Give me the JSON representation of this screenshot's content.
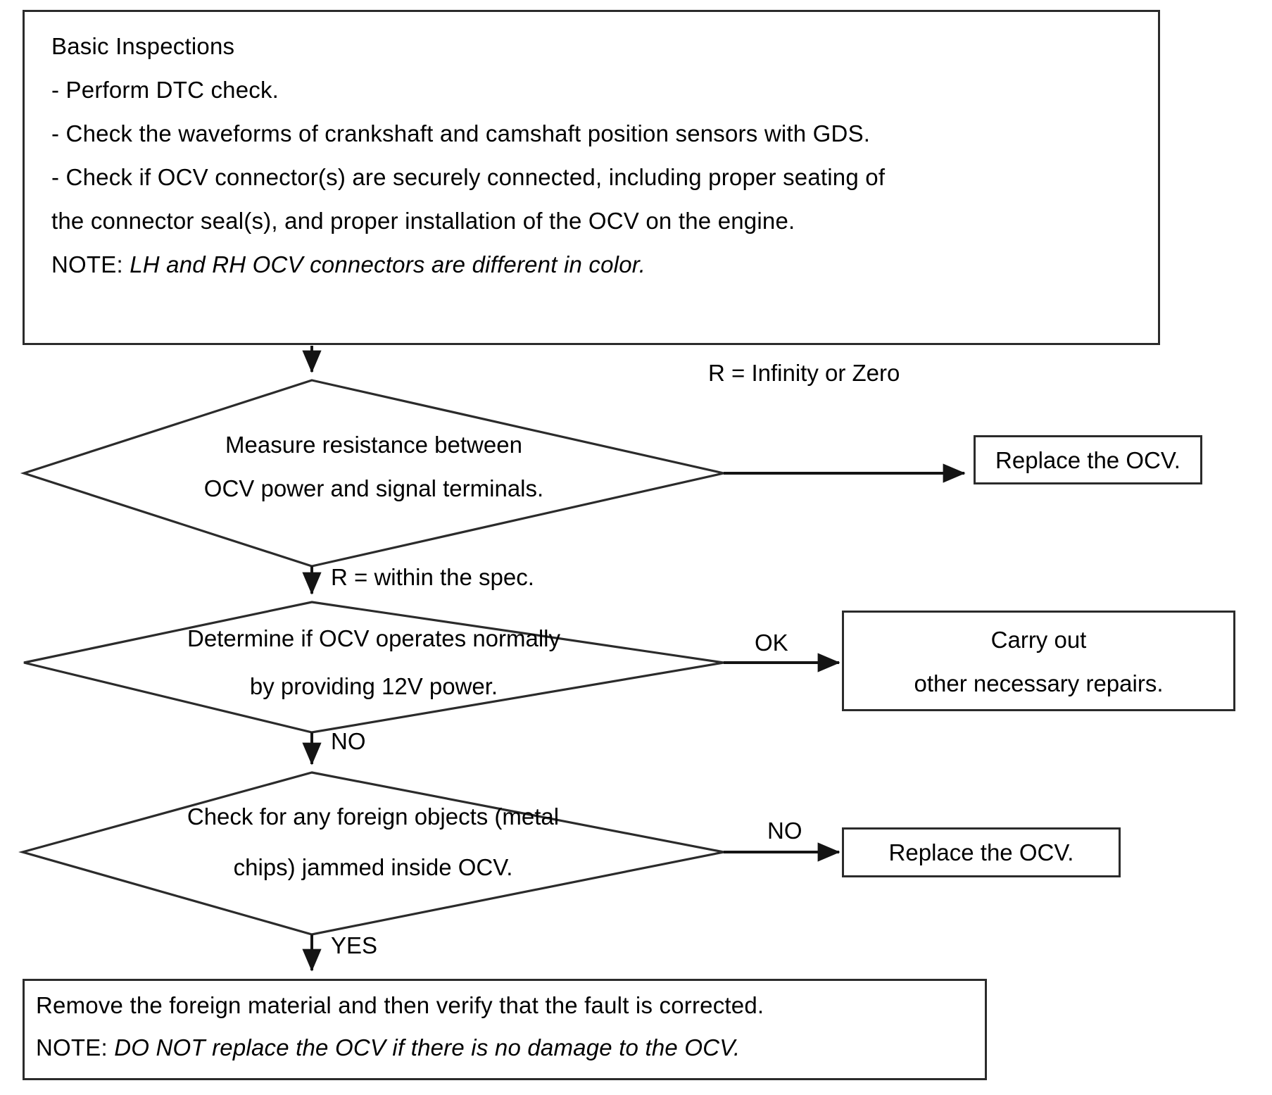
{
  "diagram": {
    "title": "OCV Diagnostic Flowchart",
    "line_color": "#2b2b2b",
    "text_color": "#000000",
    "background": "#ffffff"
  },
  "top_box": {
    "heading": "Basic Inspections",
    "line1": "- Perform DTC check.",
    "line2": "- Check the waveforms of crankshaft and camshaft position sensors with GDS.",
    "line3": "- Check if OCV connector(s) are securely connected, including proper seating of",
    "line4": "the connector seal(s), and proper installation of the OCV on the engine.",
    "note_label": "NOTE:",
    "note_text": "LH and RH OCV connectors are different in color."
  },
  "decision1": {
    "line1": "Measure resistance between",
    "line2": "OCV power and signal terminals.",
    "branch_right_label": "R = Infinity or Zero",
    "branch_down_label": "R = within the spec."
  },
  "result1": {
    "text": "Replace the OCV."
  },
  "decision2": {
    "line1": "Determine if OCV operates normally",
    "line2": "by providing 12V power.",
    "branch_right_label": "OK",
    "branch_down_label": "NO"
  },
  "result2": {
    "line1": "Carry out",
    "line2": "other necessary repairs."
  },
  "decision3": {
    "line1": "Check for any foreign objects (metal",
    "line2": "chips) jammed inside OCV.",
    "branch_right_label": "NO",
    "branch_down_label": "YES"
  },
  "result3": {
    "text": "Replace the OCV."
  },
  "bottom_box": {
    "line1": "Remove the foreign material and then verify that the fault is corrected.",
    "note_label": "NOTE:",
    "note_text": "DO NOT replace the OCV if there is no damage to the OCV."
  }
}
